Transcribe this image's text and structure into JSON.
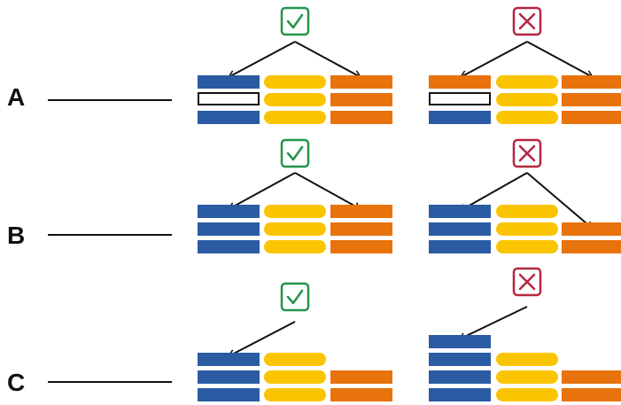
{
  "colors": {
    "blue": "#2b5ba3",
    "yellow": "#fbc400",
    "orange": "#e8720c",
    "check": "#239448",
    "cross": "#b5263f",
    "line": "#111111"
  },
  "rows": [
    {
      "label": "A",
      "correct_icon": "check-icon",
      "incorrect_icon": "cross-icon"
    },
    {
      "label": "B",
      "correct_icon": "check-icon",
      "incorrect_icon": "cross-icon"
    },
    {
      "label": "C",
      "correct_icon": "check-icon",
      "incorrect_icon": "cross-icon"
    }
  ]
}
